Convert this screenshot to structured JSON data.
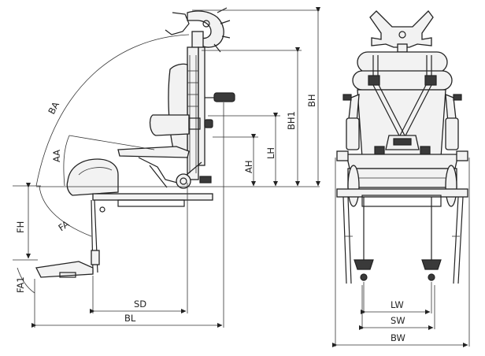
{
  "labels": {
    "BA": "BA",
    "AA": "AA",
    "FA": "FA",
    "FA1": "FA1",
    "FH": "FH",
    "AH": "AH",
    "LH": "LH",
    "BH1": "BH1",
    "BH": "BH",
    "SD": "SD",
    "BL": "BL",
    "LW": "LW",
    "SW": "SW",
    "BW": "BW"
  }
}
